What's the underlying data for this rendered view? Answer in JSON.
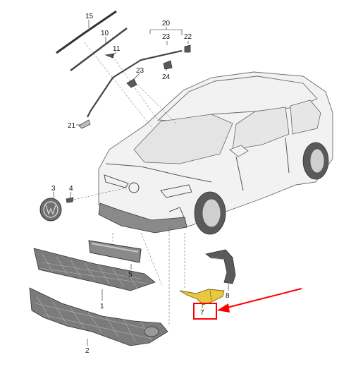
{
  "callouts": {
    "c1": "1",
    "c2": "2",
    "c3": "3",
    "c4": "4",
    "c5": "5",
    "c7": "7",
    "c8": "8",
    "c10": "10",
    "c11": "11",
    "c15": "15",
    "c20": "20",
    "c21": "21",
    "c22": "22",
    "c23a": "23",
    "c23b": "23",
    "c24": "24"
  },
  "colors": {
    "highlight": "#ff0000",
    "part7": "#e8c840",
    "part_dark": "#5a5a5a",
    "car_body": "#f2f2f2"
  }
}
